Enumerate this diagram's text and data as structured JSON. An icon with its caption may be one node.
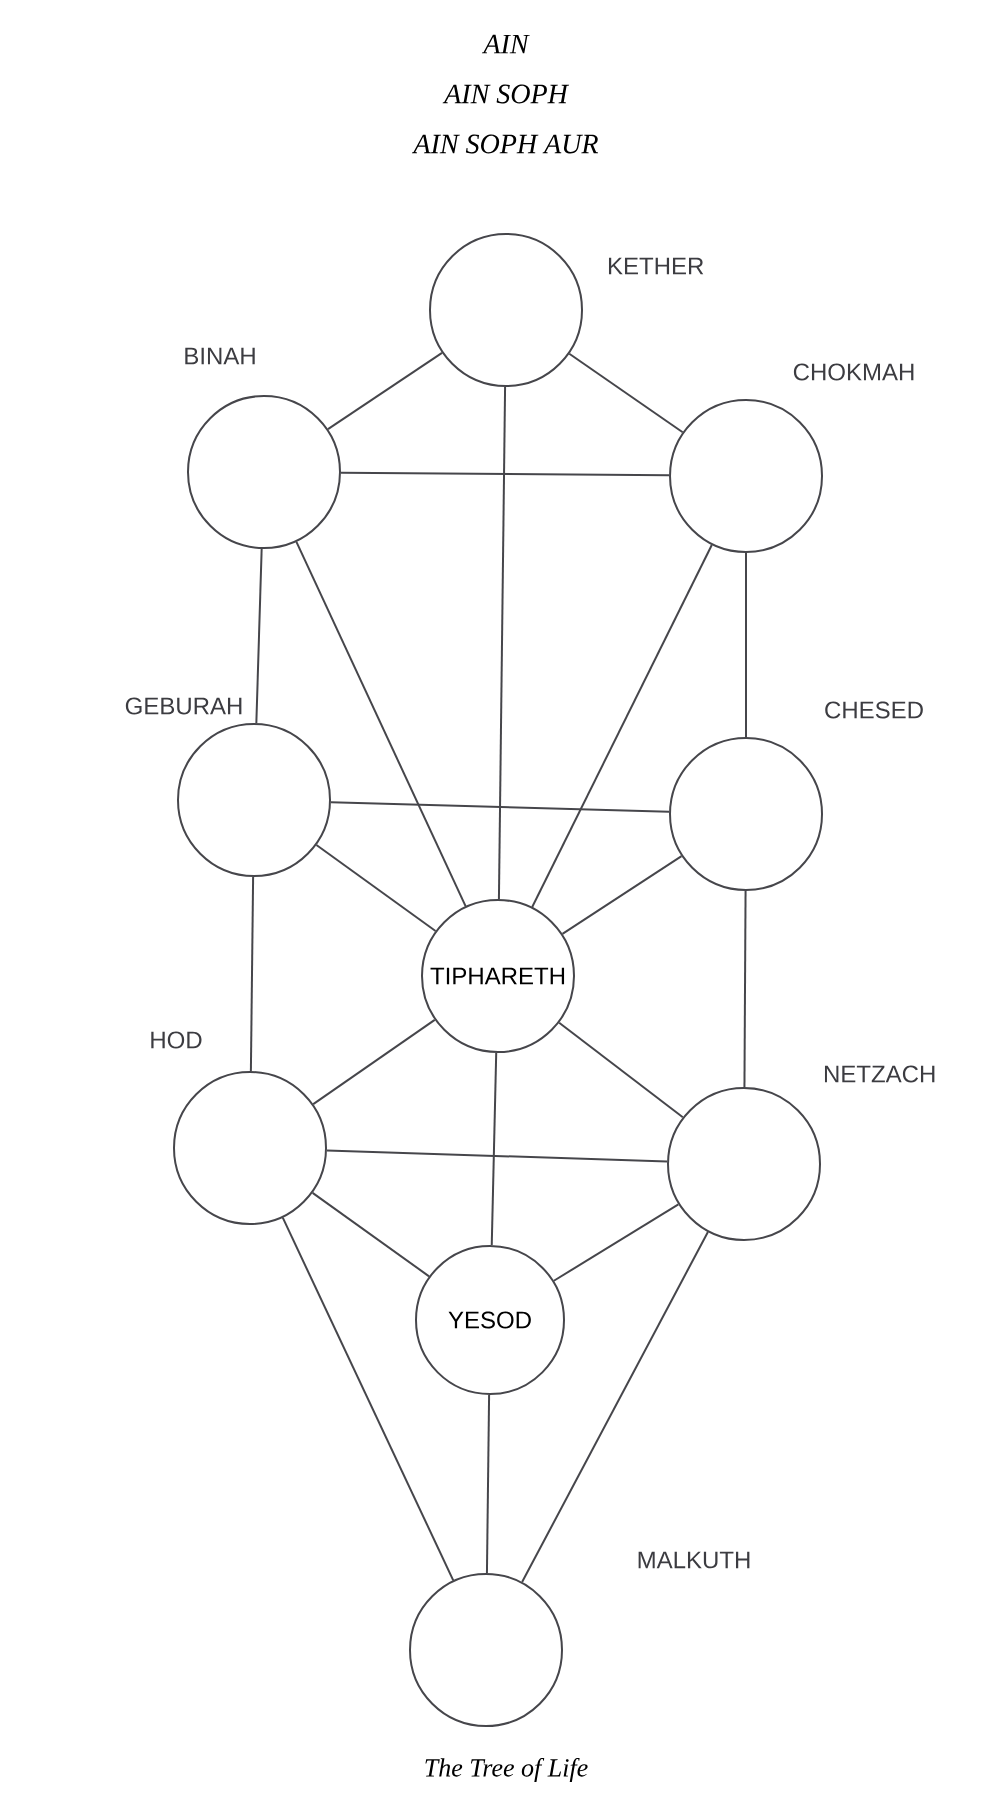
{
  "diagram": {
    "caption": "The Tree of Life",
    "nodes": [
      {
        "text": [],
        "shape": "circle",
        "beside": [
          "KETHER"
        ]
      },
      {
        "text": [],
        "shape": "circle",
        "beside": [
          "BINAH"
        ]
      },
      {
        "text": [],
        "shape": "circle",
        "beside": [
          "CHOKMAH"
        ]
      },
      {
        "text": [],
        "shape": "circle",
        "beside": [
          "GEBURAH"
        ]
      },
      {
        "text": [],
        "shape": "circle",
        "beside": [
          "CHESED"
        ]
      },
      {
        "text": [
          "TIPHARETH"
        ]
      },
      {
        "text": [],
        "shape": "circle",
        "beside": [
          "HOD"
        ]
      },
      {
        "text": [],
        "shape": "circle",
        "beside": [
          "NETZACH"
        ]
      },
      {
        "text": [
          "YESOD"
        ]
      },
      {
        "text": [],
        "shape": "circle",
        "beside": [
          "MALKUTH"
        ]
      }
    ],
    "edges": [
      {
        "from": 0,
        "to": 1,
        "arrow": "none"
      },
      {
        "from": 0,
        "to": 2,
        "arrow": "none"
      },
      {
        "from": 0,
        "to": 5,
        "arrow": "none"
      },
      {
        "from": 1,
        "to": 2,
        "arrow": "none"
      },
      {
        "from": 1,
        "to": 3,
        "arrow": "none"
      },
      {
        "from": 1,
        "to": 5,
        "arrow": "none"
      },
      {
        "from": 2,
        "to": 4,
        "arrow": "none"
      },
      {
        "from": 2,
        "to": 5,
        "arrow": "none"
      },
      {
        "from": 3,
        "to": 4,
        "arrow": "none"
      },
      {
        "from": 3,
        "to": 5,
        "arrow": "none"
      },
      {
        "from": 4,
        "to": 5,
        "arrow": "none"
      },
      {
        "from": 3,
        "to": 6,
        "arrow": "none"
      },
      {
        "from": 4,
        "to": 7,
        "arrow": "none"
      },
      {
        "from": 5,
        "to": 6,
        "arrow": "none"
      },
      {
        "from": 5,
        "to": 7,
        "arrow": "none"
      },
      {
        "from": 5,
        "to": 8,
        "arrow": "none"
      },
      {
        "from": 6,
        "to": 7,
        "arrow": "none"
      },
      {
        "from": 6,
        "to": 8,
        "arrow": "none"
      },
      {
        "from": 7,
        "to": 8,
        "arrow": "none"
      },
      {
        "from": 6,
        "to": 9,
        "arrow": "none"
      },
      {
        "from": 7,
        "to": 9,
        "arrow": "none"
      },
      {
        "from": 8,
        "to": 9,
        "arrow": "none"
      }
    ],
    "labels": [
      "AIN",
      "AIN SOPH",
      "AIN SOPH AUR"
    ]
  }
}
